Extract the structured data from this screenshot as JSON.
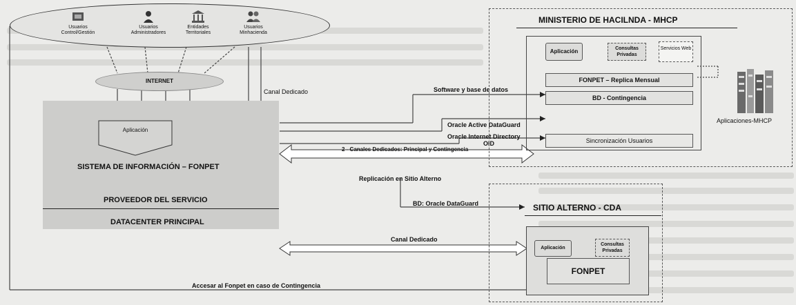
{
  "users": {
    "items": [
      {
        "icon": "user-gear-icon",
        "label": "Usuarios Control/Gestión"
      },
      {
        "icon": "admin-user-icon",
        "label": "Usuarios Administradores"
      },
      {
        "icon": "bank-building-icon",
        "label": "Entidades Territoriales"
      },
      {
        "icon": "user-group-icon",
        "label": "Usuarios Minhacienda"
      }
    ]
  },
  "network": {
    "internet_label": "INTERNET"
  },
  "main": {
    "app_label": "Aplicación",
    "system_label": "SISTEMA DE INFORMACIÓN – FONPET",
    "provider_label": "PROVEEDOR DEL SERVICIO",
    "datacenter_label": "DATACENTER PRINCIPAL"
  },
  "connections": {
    "canal_dedicado_top": "Canal Dedicado",
    "software_bd": "Software y base de datos",
    "oracle_adg": "Oracle Active DataGuard",
    "oracle_oid": "Oracle Internet Directory",
    "oid": "OID",
    "dos_canales": "2 - Canales Dedicados: Principal y Contingencia",
    "replicacion": "Replicación en Sitio Alterno",
    "bd_dataguard": "BD: Oracle DataGuard",
    "canal_dedicado_bottom": "Canal Dedicado",
    "acceso_contingencia": "Accesar al Fonpet en caso de Contingencia"
  },
  "mhcp": {
    "title": "MINISTERIO DE HACILNDA - MHCP",
    "aplicacion": "Aplicación",
    "consultas": "Consultas Privadas",
    "servicios": "Servicios Web",
    "fonpet_replica": "FONPET – Replica Mensual",
    "bd_contingencia": "BD - Contingencia",
    "sincronizacion": "Sincronización Usuarios",
    "apps_label": "Aplicaciones-MHCP"
  },
  "cda": {
    "title": "SITIO ALTERNO - CDA",
    "aplicacion": "Aplicación",
    "consultas": "Consultas Privadas",
    "fonpet": "FONPET"
  }
}
